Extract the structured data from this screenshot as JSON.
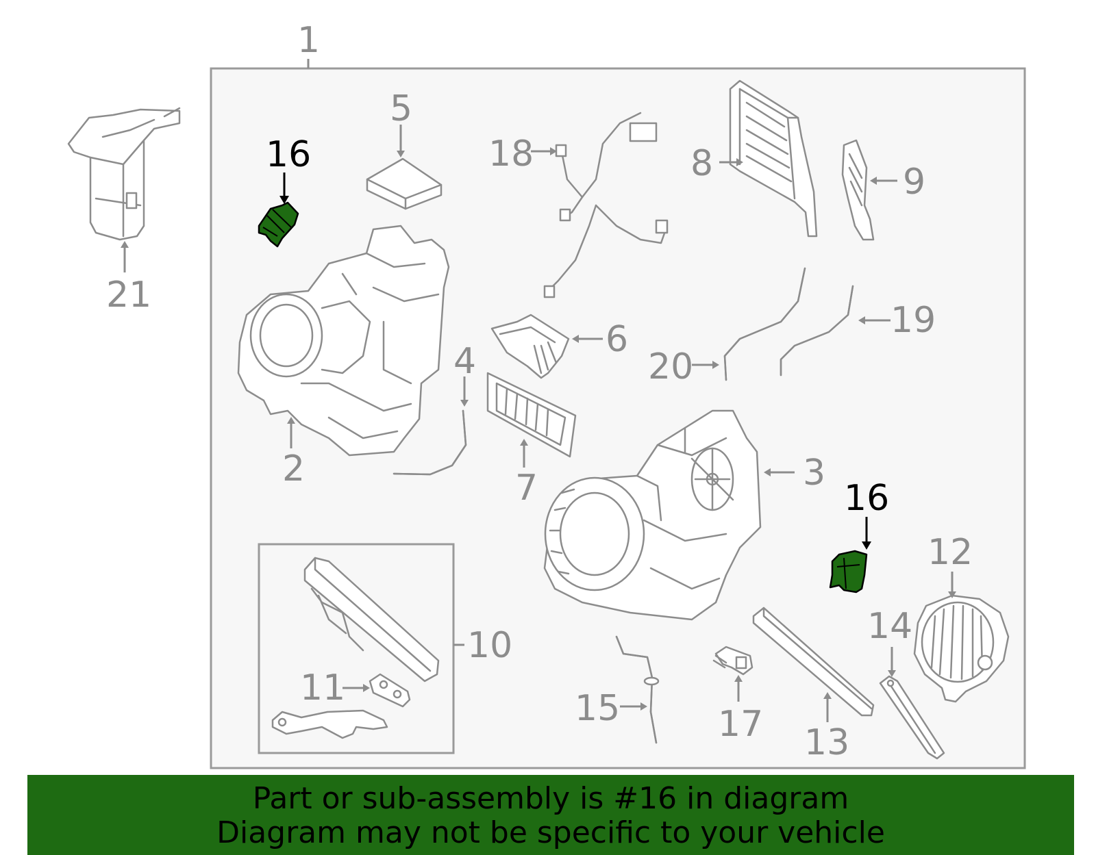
{
  "diagram": {
    "labels": {
      "p1": "1",
      "p2": "2",
      "p3": "3",
      "p4": "4",
      "p5": "5",
      "p6": "6",
      "p7": "7",
      "p8": "8",
      "p9": "9",
      "p10": "10",
      "p11": "11",
      "p12": "12",
      "p13": "13",
      "p14": "14",
      "p15": "15",
      "p16a": "16",
      "p16b": "16",
      "p17": "17",
      "p18": "18",
      "p19": "19",
      "p20": "20",
      "p21": "21"
    },
    "highlighted_part": "16",
    "colors": {
      "highlight": "#1e6b12",
      "line": "#8c8c8c",
      "panel": "#f7f7f7"
    }
  },
  "banner": {
    "line1": "Part or sub-assembly is #16 in diagram",
    "line2": "Diagram may not be specific to your vehicle"
  }
}
